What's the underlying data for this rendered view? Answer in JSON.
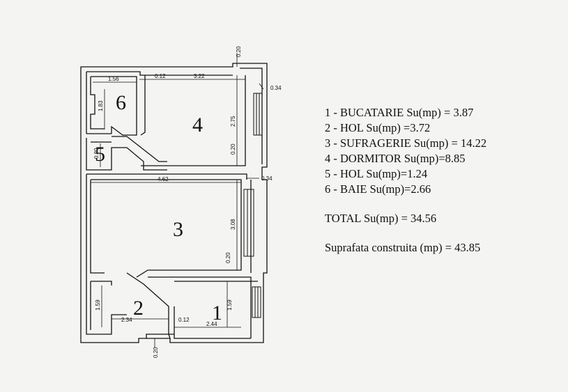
{
  "rooms": [
    {
      "number": "1",
      "label": "1 - BUCATARIE Su(mp) = 3.87"
    },
    {
      "number": "2",
      "label": "2 - HOL Su(mp) =3.72"
    },
    {
      "number": "3",
      "label": "3 - SUFRAGERIE Su(mp) = 14.22"
    },
    {
      "number": "4",
      "label": "4 - DORMITOR  Su(mp)=8.85"
    },
    {
      "number": "5",
      "label": "5 - HOL Su(mp)=1.24"
    },
    {
      "number": "6",
      "label": "6 - BAIE Su(mp)=2.66"
    }
  ],
  "total": "TOTAL Su(mp) = 34.56",
  "built_area": "Suprafata construita (mp) = 43.85",
  "dimensions": {
    "top_wall_outside": "0.20",
    "bath_width": "1.56",
    "wall_thin": "0.12",
    "bedroom_width": "3.22",
    "ext_wall_right_top": "0.34",
    "bath_height": "1.83",
    "bedroom_height": "2.75",
    "partition_bedroom": "0.20",
    "hall5_height": "0.80",
    "living_width": "4.62",
    "ext_wall_right_mid": "0.34",
    "living_height": "3.08",
    "partition_living": "0.20",
    "hall2_height": "1.59",
    "hall2_width": "2.34",
    "kitchen_wall": "0.12",
    "kitchen_width": "2.44",
    "kitchen_height": "1.59",
    "bottom_wall_outside": "0.20"
  }
}
